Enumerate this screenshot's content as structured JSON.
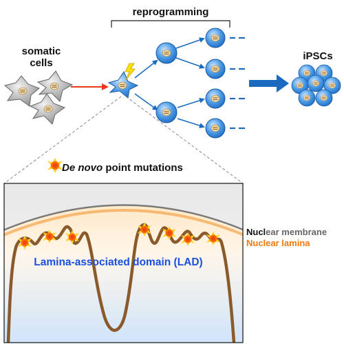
{
  "header": {
    "label": "reprogramming"
  },
  "labels": {
    "somatic_line1": "somatic",
    "somatic_line2": "cells",
    "ipscs": "iPSCs",
    "mutations_italic": "De novo",
    "mutations_rest": " point mutations",
    "nuclear_membrane_a": "Nucl",
    "nuclear_membrane_b": "ear membrane",
    "nuclear_lamina": "Nuclear lamina",
    "lad": "Lamina-associated domain (LAD)"
  },
  "colors": {
    "somatic_cell": "#9c9c9c",
    "stem_cell": "#3a8fe0",
    "arrow_red": "#e8391b",
    "arrow_blue": "#1a6bbf",
    "dna": "#8a5a2b",
    "lamina": "#f07a10",
    "membrane": "#7a7a7a",
    "lad_text": "#1a4fe0",
    "mutation": "#ff8c00"
  }
}
